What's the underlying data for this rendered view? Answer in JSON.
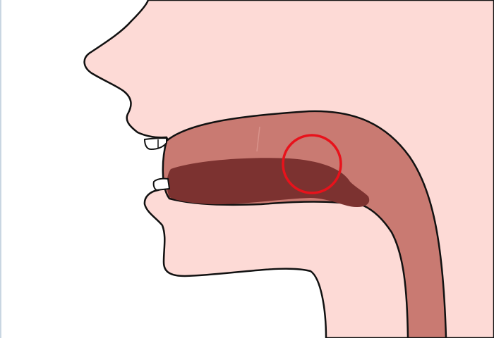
{
  "diagram": {
    "subject": "mouth-cross-section",
    "colors": {
      "background": "#ffffff",
      "skin": "#fddad6",
      "oral_cavity": "#c97a72",
      "tongue": "#7c3230",
      "teeth": "#ffffff",
      "outline": "#111111",
      "highlight_ring": "#e8121b",
      "frame_rule": "#c9d6e2"
    },
    "highlight": {
      "shape": "circle",
      "target": "tongue-dorsum"
    }
  }
}
